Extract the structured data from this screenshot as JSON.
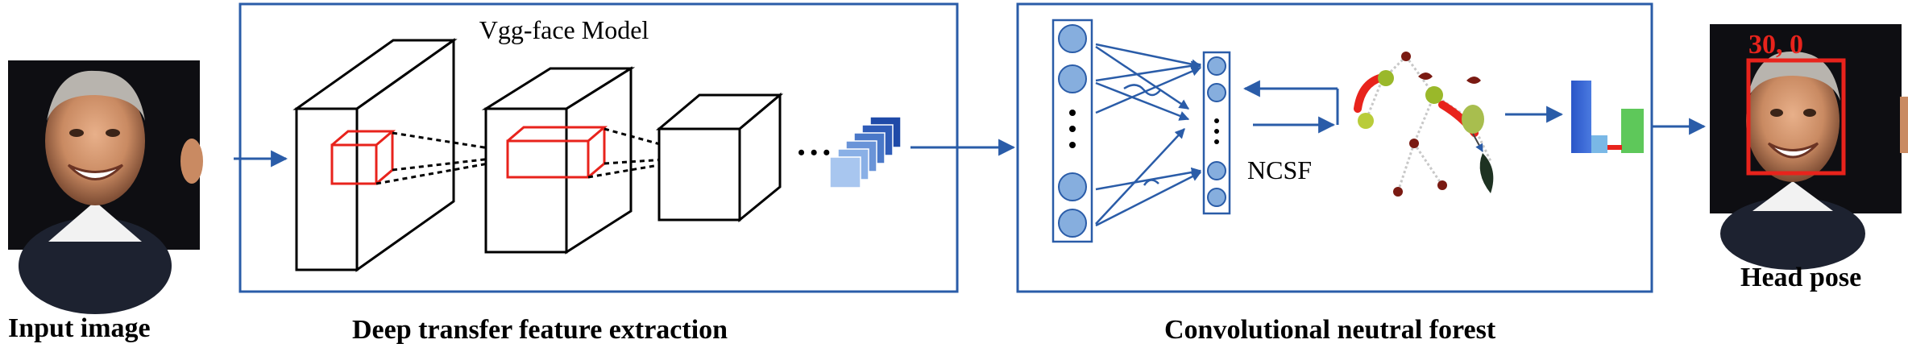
{
  "captions": {
    "input_image": "Input image",
    "feature_extraction": "Deep  transfer feature extraction",
    "forest": "Convolutional neutral forest",
    "head_pose": "Head pose"
  },
  "vgg_box": {
    "title": "Vgg-face Model",
    "ellipsis": "• • •"
  },
  "forest_box": {
    "layer_label": "NCSF"
  },
  "output": {
    "pose_label": "30, 0",
    "pose_color": "#e8231c"
  },
  "colors": {
    "accent_blue": "#2a5ca8",
    "node_fill": "#86aede",
    "highlight_red": "#e8231c",
    "leaf_green": "#9ab82a",
    "leaf_dark": "#7a1a12"
  }
}
